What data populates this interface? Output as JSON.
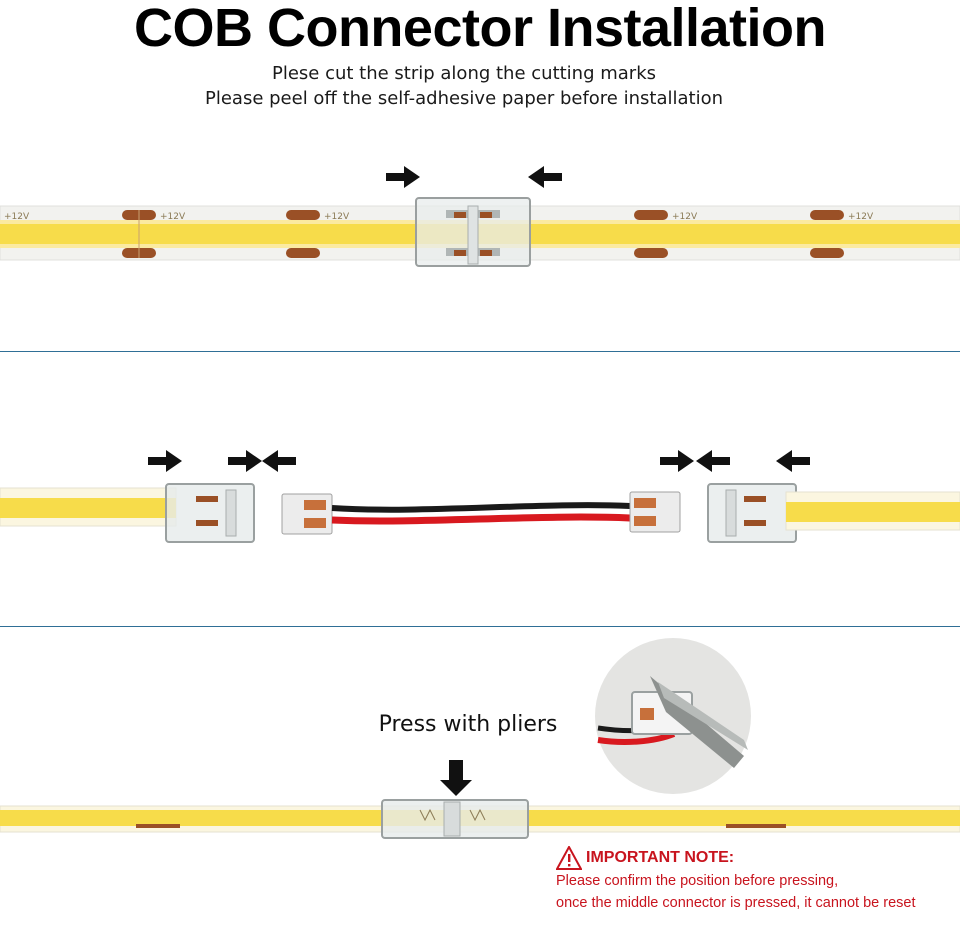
{
  "title": "COB Connector Installation",
  "instructions": [
    "Plese cut the strip along the cutting marks",
    "Please peel off the self-adhesive paper before installation"
  ],
  "strip_label": "+12V",
  "pliers_label": "Press with pliers",
  "important_note": {
    "heading": "IMPORTANT NOTE:",
    "line1": "Please confirm the position before pressing,",
    "line2": "once the middle connector is pressed, it cannot be reset"
  },
  "colors": {
    "led": "#f7dc4a",
    "led_glow": "#fbeaa0",
    "pad": "#9a5026",
    "wire_red": "#d8191f",
    "wire_black": "#1a1a1a",
    "divider": "#2f6f96",
    "note_red": "#c8141e"
  },
  "icons": [
    "arrow-right-icon",
    "arrow-left-icon",
    "arrow-down-icon",
    "warning-icon"
  ]
}
